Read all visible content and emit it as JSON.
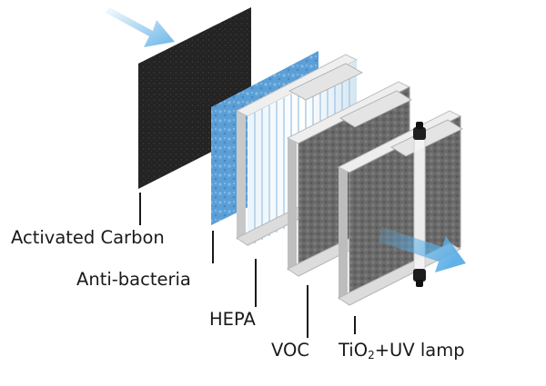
{
  "diagram": {
    "layers": [
      {
        "id": "activated-carbon",
        "label": "Activated Carbon"
      },
      {
        "id": "anti-bacteria",
        "label": "Anti-bacteria"
      },
      {
        "id": "hepa",
        "label": "HEPA"
      },
      {
        "id": "voc",
        "label": "VOC"
      },
      {
        "id": "tio2-uv",
        "label": "TiO2+UV lamp",
        "label_parts": {
          "prefix": "TiO",
          "subscript": "2",
          "suffix": "+UV lamp"
        }
      }
    ],
    "airflow": {
      "in_arrow_icon": "arrow-in-icon",
      "out_arrow_icon": "arrow-out-icon"
    },
    "colors": {
      "arrow": "#5aaee6",
      "carbon": "#2b2b2b",
      "antibacteria": "#4f94cf",
      "frame": "#dcdcdc",
      "text": "#1a1a1a"
    }
  }
}
